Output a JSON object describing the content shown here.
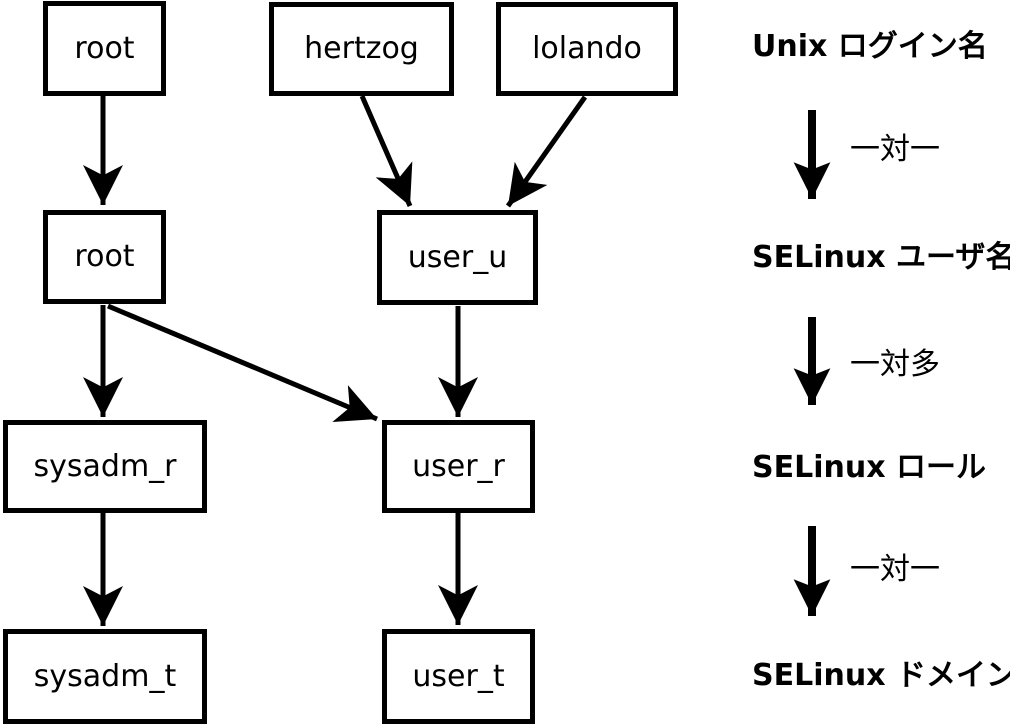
{
  "nodes": {
    "unix_root": {
      "label": "root"
    },
    "unix_hertzog": {
      "label": "hertzog"
    },
    "unix_lolando": {
      "label": "lolando"
    },
    "selinux_root": {
      "label": "root"
    },
    "selinux_user_u": {
      "label": "user_u"
    },
    "role_sysadm_r": {
      "label": "sysadm_r"
    },
    "role_user_r": {
      "label": "user_r"
    },
    "domain_sysadm_t": {
      "label": "sysadm_t"
    },
    "domain_user_t": {
      "label": "user_t"
    }
  },
  "edges": [
    {
      "from": "unix_root",
      "to": "selinux_root"
    },
    {
      "from": "unix_hertzog",
      "to": "selinux_user_u"
    },
    {
      "from": "unix_lolando",
      "to": "selinux_user_u"
    },
    {
      "from": "selinux_root",
      "to": "role_sysadm_r"
    },
    {
      "from": "selinux_root",
      "to": "role_user_r"
    },
    {
      "from": "selinux_user_u",
      "to": "role_user_r"
    },
    {
      "from": "role_sysadm_r",
      "to": "domain_sysadm_t"
    },
    {
      "from": "role_user_r",
      "to": "domain_user_t"
    }
  ],
  "legend": {
    "levels": [
      "Unix ログイン名",
      "SELinux ユーザ名",
      "SELinux ロール",
      "SELinux ドメイン"
    ],
    "relations": [
      "一対一",
      "一対多",
      "一対一"
    ]
  },
  "colors": {
    "foreground": "#000000",
    "background": "#ffffff",
    "box_fill": "#ffffff"
  }
}
